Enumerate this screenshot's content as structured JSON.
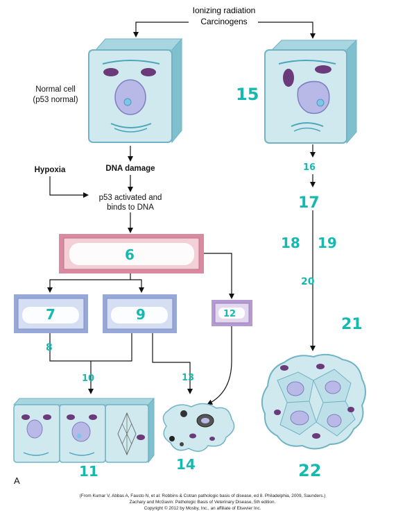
{
  "top_labels": {
    "line1": "Ionizing radiation",
    "line2": "Carcinogens"
  },
  "normal_cell_label": {
    "line1": "Normal cell",
    "line2": "(p53 normal)"
  },
  "hypoxia_label": "Hypoxia",
  "dna_damage_label": "DNA damage",
  "p53_label": {
    "line1": "p53 activated and",
    "line2": "binds to DNA"
  },
  "annotations": {
    "n6": "6",
    "n7": "7",
    "n8": "8",
    "n9": "9",
    "n10": "10",
    "n11": "11",
    "n12": "12",
    "n13": "13",
    "n14": "14",
    "n15": "15",
    "n16": "16",
    "n17": "17",
    "n18": "18",
    "n19": "19",
    "n20": "20",
    "n21": "21",
    "n22": "22"
  },
  "panel_letter": "A",
  "credits": {
    "line1": "(From Kumar V, Abbas A, Fausto N, et al: Robbins & Cotran pathologic basis of disease, ed 8. Philadelphia, 2009, Saunders.)",
    "line2": "Zachary and McGavin: Pathologic Basis of Veterinary Disease, 5th edition.",
    "line3": "Copyright © 2012 by Mosby, Inc., an affiliate of Elsevier Inc."
  },
  "colors": {
    "cell_fill": "#cfe9ef",
    "cell_edge": "#6fb3c4",
    "nucleus": "#b9b9e8",
    "mito": "#6a3a7a",
    "annotation": "#16b9b0",
    "box_pink": "#efc2cc",
    "box_blue": "#c9d3ee",
    "box_purple": "#d7c8e8"
  }
}
